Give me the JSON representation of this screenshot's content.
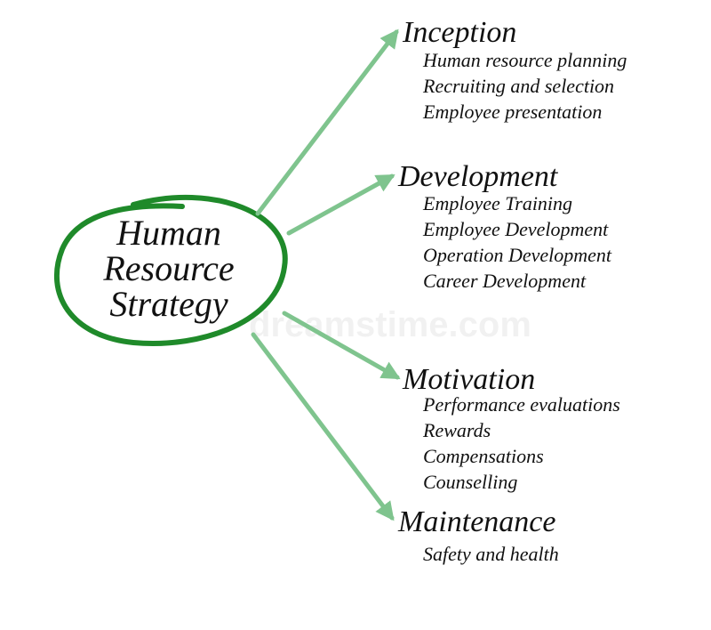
{
  "center": {
    "lines": [
      "Human",
      "Resource",
      "Strategy"
    ]
  },
  "stages": [
    {
      "title": "Inception",
      "items": [
        "Human resource planning",
        "Recruiting and selection",
        "Employee presentation"
      ]
    },
    {
      "title": "Development",
      "items": [
        "Employee Training",
        "Employee Development",
        "Operation Development",
        "Career Development"
      ]
    },
    {
      "title": "Motivation",
      "items": [
        "Performance evaluations",
        "Rewards",
        "Compensations",
        "Counselling"
      ]
    },
    {
      "title": "Maintenance",
      "items": [
        "Safety and health"
      ]
    }
  ],
  "watermark": "dreamstime.com",
  "colors": {
    "circle": "#1f8a2a",
    "arrow": "#7fc48e",
    "text": "#111111"
  }
}
